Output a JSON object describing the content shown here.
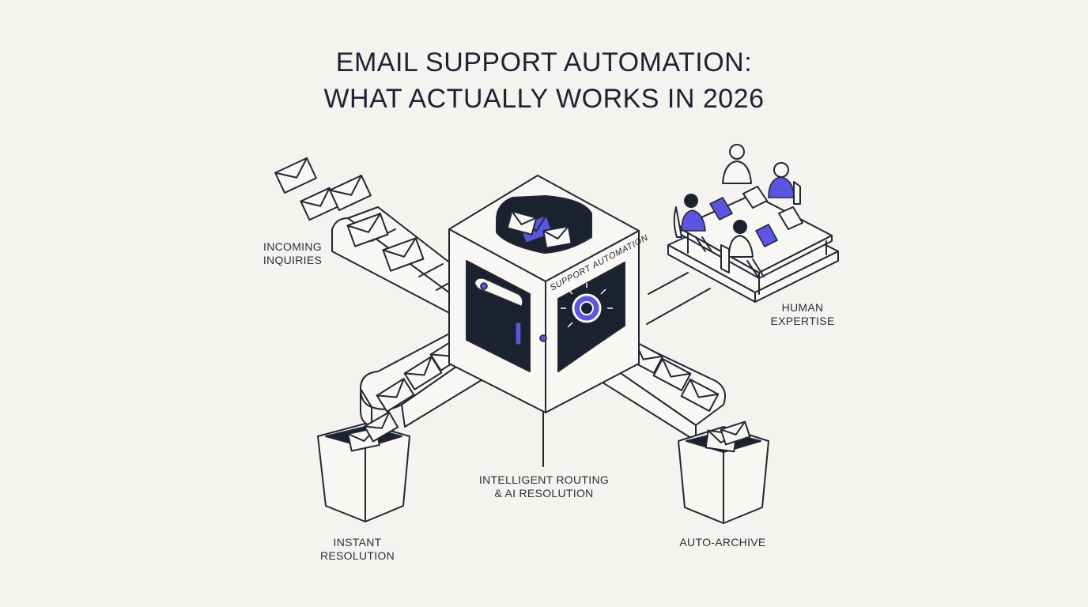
{
  "diagram": {
    "title_line1": "EMAIL SUPPORT AUTOMATION:",
    "title_line2": "WHAT ACTUALLY WORKS IN 2026",
    "machine_label": "SUPPORT AUTOMATION",
    "labels": {
      "incoming_line1": "INCOMING",
      "incoming_line2": "INQUIRIES",
      "human_line1": "HUMAN",
      "human_line2": "EXPERTISE",
      "routing_line1": "INTELLIGENT ROUTING",
      "routing_line2": "& AI RESOLUTION",
      "instant_line1": "INSTANT",
      "instant_line2": "RESOLUTION",
      "archive": "AUTO-ARCHIVE"
    },
    "colors": {
      "background": "#f4f3ef",
      "ink": "#232734",
      "accent": "#5b55e0",
      "dark_panel": "#1c2130"
    }
  }
}
